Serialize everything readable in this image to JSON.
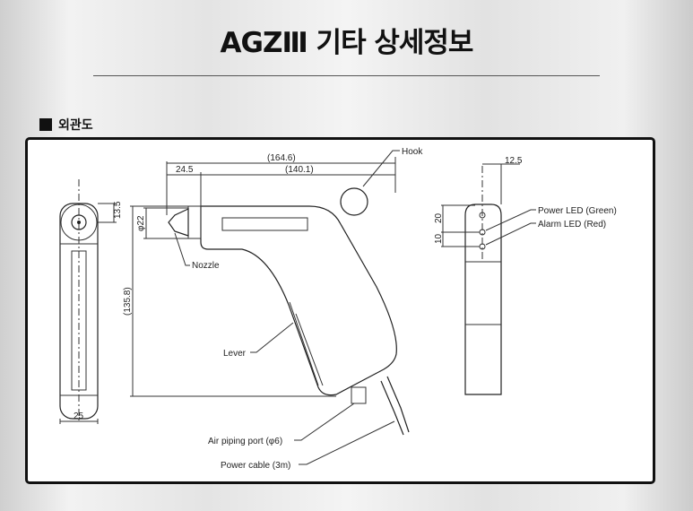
{
  "header": {
    "title": "AGZⅢ 기타 상세정보"
  },
  "section": {
    "label": "외관도"
  },
  "drawing": {
    "dims": {
      "overall_length": "(164.6)",
      "body_length": "(140.1)",
      "nozzle_length": "24.5",
      "nozzle_dia": "φ22",
      "height": "(135.8)",
      "front_offset": "13.5",
      "front_width": "25",
      "rear_offset": "12.5",
      "led_spacing_1": "20",
      "led_spacing_2": "10"
    },
    "labels": {
      "hook": "Hook",
      "nozzle": "Nozzle",
      "lever": "Lever",
      "air_port": "Air piping port (φ6)",
      "power_cable": "Power cable (3m)",
      "power_led": "Power LED (Green)",
      "alarm_led": "Alarm LED (Red)"
    }
  }
}
